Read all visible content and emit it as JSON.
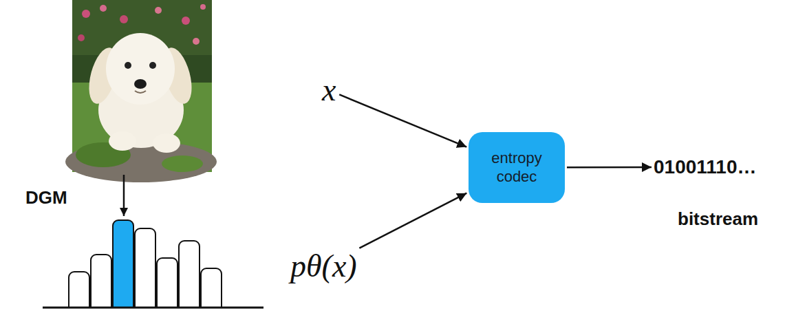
{
  "diagram": {
    "nodes": [
      {
        "text": [
          "x"
        ]
      },
      {
        "text": [
          "pθ(x)"
        ]
      },
      {
        "text": [
          "entropy codec"
        ]
      },
      {
        "text": [
          "01001110…"
        ]
      }
    ],
    "edges": [
      {
        "from": 0,
        "to": 2,
        "arrow": "to"
      },
      {
        "from": 1,
        "to": 2,
        "arrow": "to"
      },
      {
        "from": 2,
        "to": 3,
        "arrow": "to"
      }
    ],
    "labels": [
      "DGM",
      "bitstream"
    ]
  }
}
